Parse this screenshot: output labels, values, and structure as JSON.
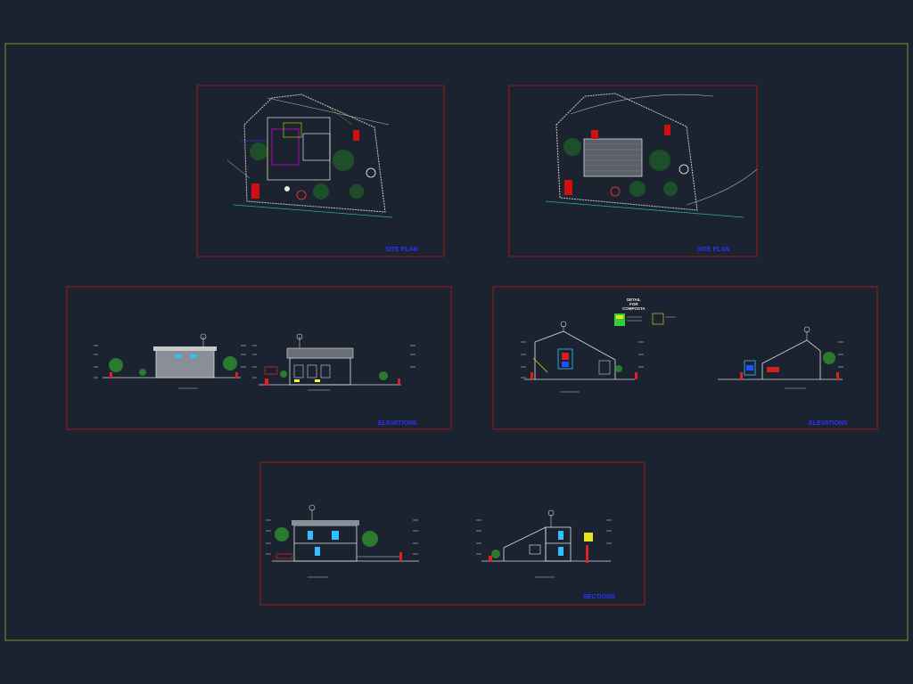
{
  "drawing": {
    "background": "#1c2330",
    "border_color": "#8a8f3a",
    "frame_color": "#a01a1a",
    "label_color": "#2f2fff",
    "sheets": [
      {
        "id": "site-plan-1",
        "label": "SITE PLAN"
      },
      {
        "id": "site-plan-2",
        "label": "SITE PLAN"
      },
      {
        "id": "elevations-1",
        "label": "ELEVATIONS"
      },
      {
        "id": "elevations-2",
        "label": "ELEVATIONS"
      },
      {
        "id": "sections",
        "label": "SECTIONS"
      }
    ],
    "detail_note": "DETAIL\nFOR\nCOMPOSTA"
  }
}
